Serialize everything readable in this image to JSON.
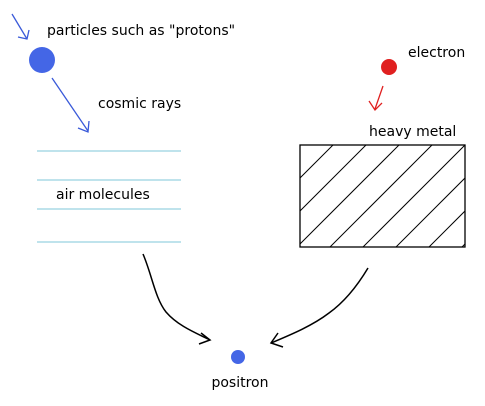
{
  "labels": {
    "particles": "particles such as \"protons\"",
    "cosmic_rays": "cosmic rays",
    "air_molecules": "air molecules",
    "electron": "electron",
    "heavy_metal": "heavy metal",
    "positron": "positron"
  },
  "colors": {
    "proton": "#4466e6",
    "electron": "#e02020",
    "cosmic_ray_arrow": "#3a5ad9",
    "electron_arrow": "#e02020",
    "air_lines": "#99d2e0",
    "positron": "#4466e6",
    "black": "#000000"
  }
}
